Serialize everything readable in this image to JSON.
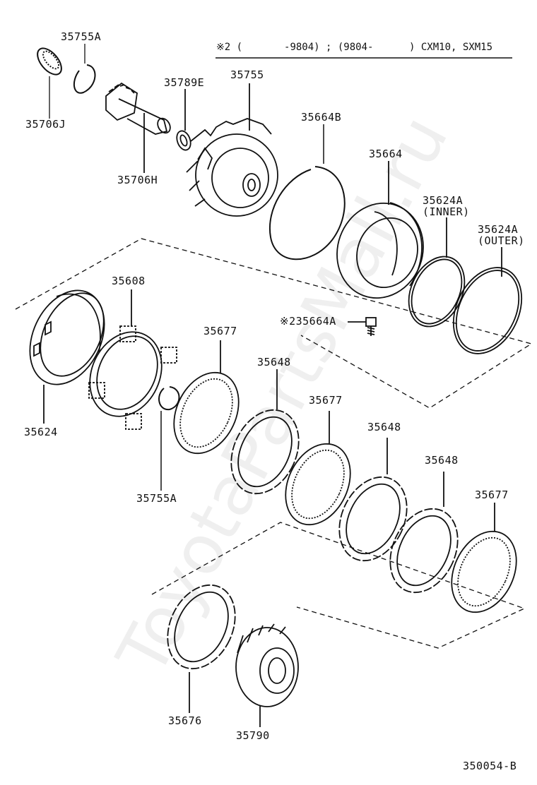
{
  "note": {
    "text": "※2 (       -9804) ; (9804-      ) CXM10, SXM15"
  },
  "diagram_code": "350054-B",
  "watermark": "ToyotaPartsMall.ru",
  "parts": {
    "p35755A_top": "35755A",
    "p35706J": "35706J",
    "p35706H": "35706H",
    "p35789E": "35789E",
    "p35755": "35755",
    "p35664B": "35664B",
    "p35664": "35664",
    "p35624A_inner": "35624A",
    "p35624A_inner_sub": "(INNER)",
    "p35624A_outer": "35624A",
    "p35624A_outer_sub": "(OUTER)",
    "p35664A": "※235664A",
    "p35608": "35608",
    "p35624": "35624",
    "p35677_a": "35677",
    "p35648_a": "35648",
    "p35755A_bottom": "35755A",
    "p35677_b": "35677",
    "p35648_b": "35648",
    "p35648_c": "35648",
    "p35677_c": "35677",
    "p35676": "35676",
    "p35790": "35790"
  }
}
